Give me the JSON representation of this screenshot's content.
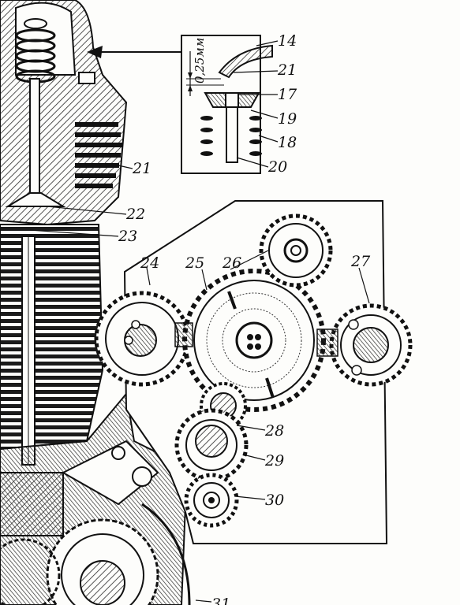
{
  "colors": {
    "ink": "#111111",
    "paper": "#fdfdfb",
    "hatch": "#2a2a2a"
  },
  "callouts": {
    "n14": "14",
    "n21_inset": "21",
    "n17": "17",
    "n19": "19",
    "n18": "18",
    "n20": "20",
    "n21": "21",
    "n22": "22",
    "n23": "23",
    "n24": "24",
    "n25": "25",
    "n26": "26",
    "n27": "27",
    "n28": "28",
    "n29": "29",
    "n30": "30",
    "n31": "31"
  },
  "dimension": {
    "gap": "0,25мм"
  },
  "icons": {
    "arrow": "arrow-left-icon"
  }
}
